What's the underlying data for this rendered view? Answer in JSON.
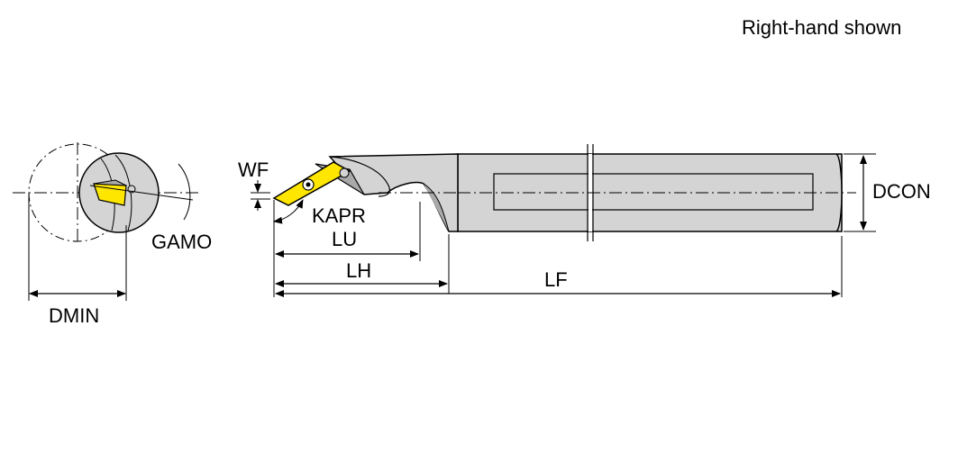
{
  "note": "Right-hand shown",
  "labels": {
    "wf": "WF",
    "kapr": "KAPR",
    "lu": "LU",
    "lh": "LH",
    "lf": "LF",
    "dcon": "DCON",
    "gamo": "GAMO",
    "dmin": "DMIN"
  },
  "colors": {
    "body": "#d4d4d4",
    "body_dark": "#a9a9a9",
    "insert": "#ffe600",
    "line": "#000000"
  }
}
